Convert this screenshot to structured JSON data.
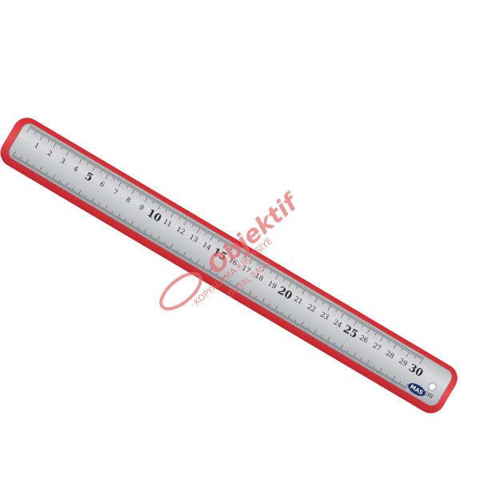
{
  "ruler": {
    "numbers": [
      "1",
      "2",
      "3",
      "4",
      "5",
      "6",
      "7",
      "8",
      "9",
      "10",
      "11",
      "12",
      "13",
      "14",
      "15",
      "16",
      "17",
      "18",
      "19",
      "20",
      "21",
      "22",
      "23",
      "24",
      "25",
      "26",
      "27",
      "28",
      "29",
      "30"
    ],
    "unit": "cm",
    "brand": "MAS",
    "colors": {
      "sleeve": "#e0383c",
      "steel": "#c9ccce",
      "ink": "#2b2b2b",
      "badge": "#1d2f6b"
    }
  },
  "watermark": {
    "main": "Objektif",
    "line1": "KOPYALAMA KIRTASIYE",
    "line2": "DIJITAL BASKI",
    "color": "#e86b6b"
  }
}
